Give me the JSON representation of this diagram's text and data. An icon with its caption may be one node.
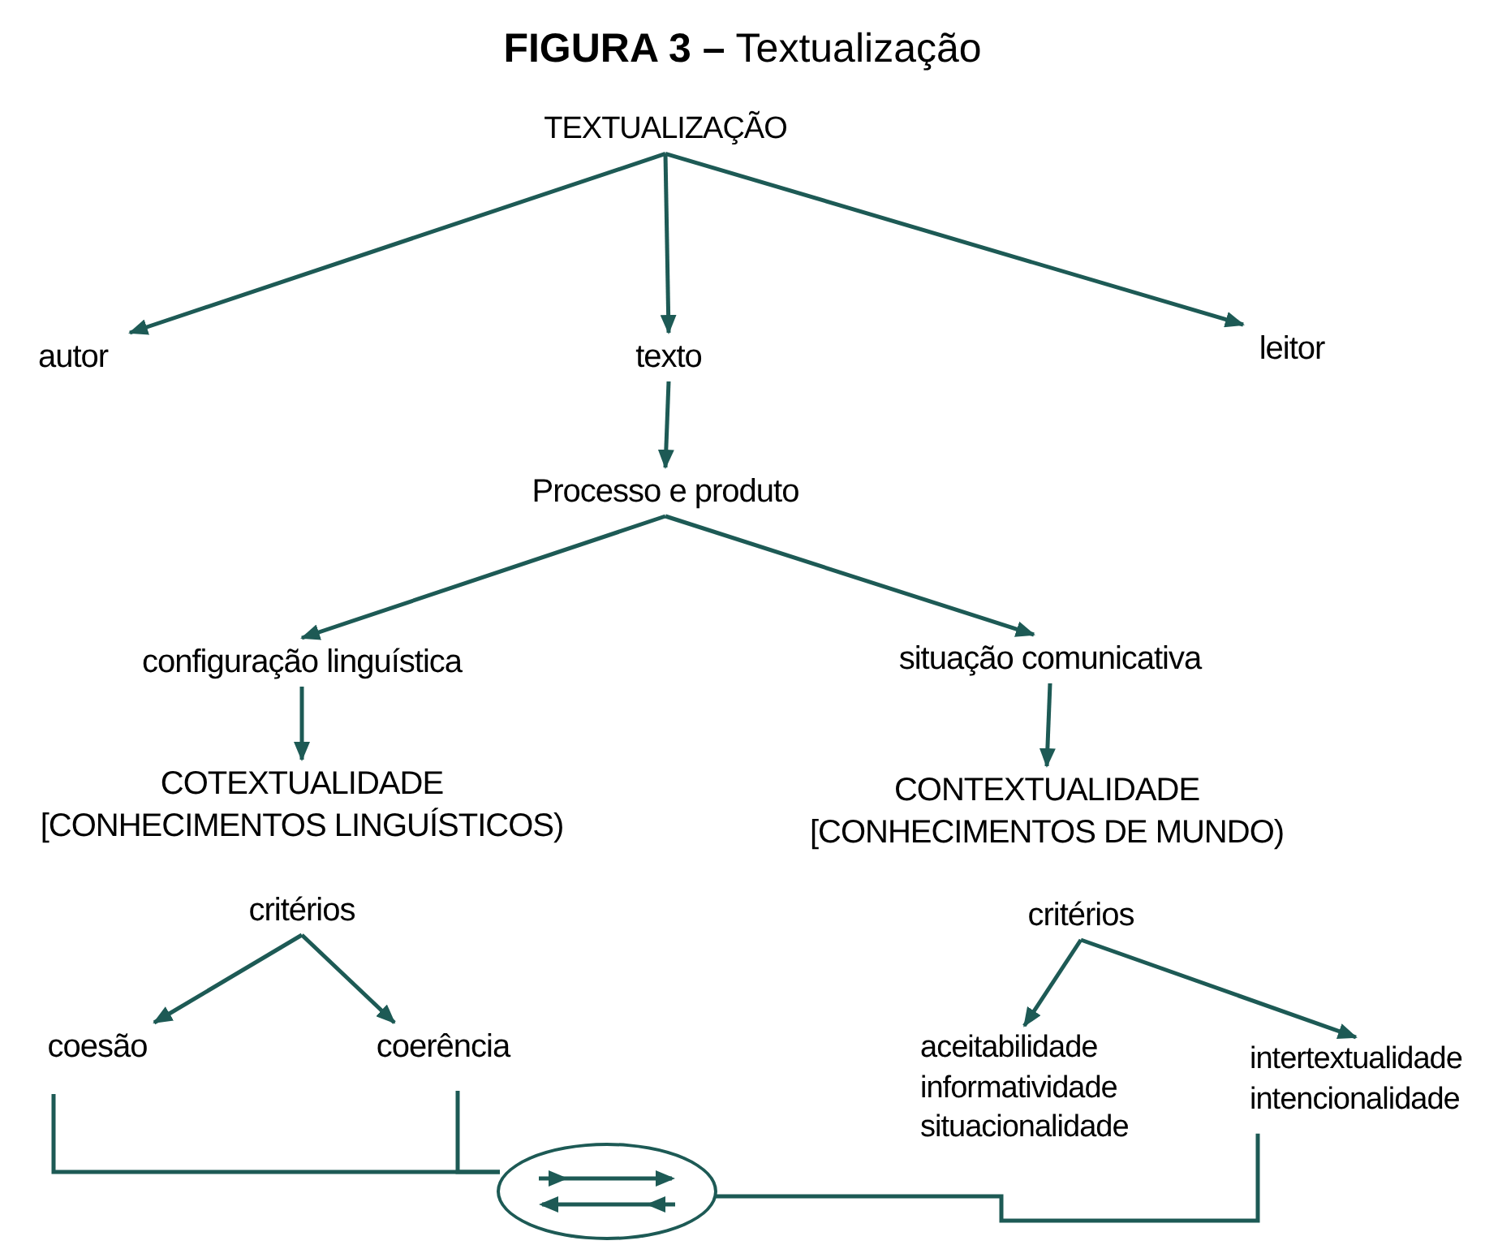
{
  "diagram": {
    "title": "**FIGURA 3 –** Textualização",
    "nodes": [
      {
        "text": [
          "TEXTUALIZAÇÃO"
        ]
      },
      {
        "text": [
          "autor"
        ]
      },
      {
        "text": [
          "texto"
        ]
      },
      {
        "text": [
          "leitor"
        ]
      },
      {
        "text": [
          "Processo e produto"
        ]
      },
      {
        "text": [
          "configuração linguística"
        ]
      },
      {
        "text": [
          "situação comunicativa"
        ]
      },
      {
        "text": [
          "COTEXTUALIDADE",
          "[CONHECIMENTOS LINGUÍSTICOS)"
        ]
      },
      {
        "text": [
          "critérios"
        ]
      },
      {
        "text": [
          "CONTEXTUALIDADE",
          "[CONHECIMENTOS DE MUNDO)"
        ]
      },
      {
        "text": [
          "critérios"
        ]
      },
      {
        "text": [
          "coesão"
        ]
      },
      {
        "text": [
          "coerência"
        ]
      },
      {
        "text": [
          "aceitabilidade",
          "informatividade",
          "situacionalidade"
        ]
      },
      {
        "text": [
          "intertextualidade",
          "intencionalidade"
        ]
      },
      {
        "text": [],
        "shape": "circle"
      }
    ],
    "edges": [
      {
        "from": 0,
        "to": 1,
        "arrow": "to"
      },
      {
        "from": 0,
        "to": 2,
        "arrow": "to"
      },
      {
        "from": 0,
        "to": 3,
        "arrow": "to"
      },
      {
        "from": 2,
        "to": 4,
        "arrow": "to"
      },
      {
        "from": 4,
        "to": 5,
        "arrow": "to"
      },
      {
        "from": 4,
        "to": 6,
        "arrow": "to"
      },
      {
        "from": 5,
        "to": 7,
        "arrow": "to"
      },
      {
        "from": 6,
        "to": 9,
        "arrow": "to"
      },
      {
        "from": 8,
        "to": 11,
        "arrow": "to"
      },
      {
        "from": 8,
        "to": 12,
        "arrow": "to"
      },
      {
        "from": 10,
        "to": 13,
        "arrow": "to"
      },
      {
        "from": 10,
        "to": 14,
        "arrow": "to"
      },
      {
        "from": 11,
        "to": 15,
        "arrow": "none"
      },
      {
        "from": 12,
        "to": 15,
        "arrow": "none"
      },
      {
        "from": 15,
        "to": 14,
        "arrow": "none"
      }
    ]
  }
}
